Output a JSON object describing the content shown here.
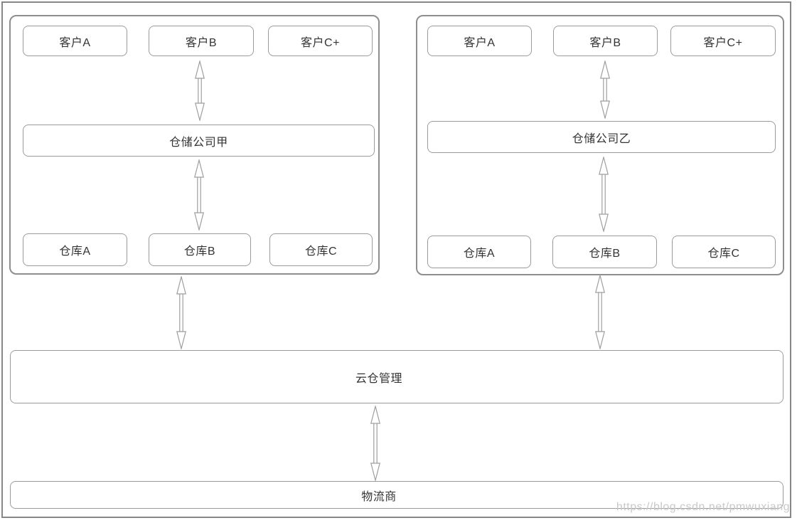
{
  "diagram": {
    "groups": [
      {
        "clients": [
          "客户A",
          "客户B",
          "客户C+"
        ],
        "company": "仓储公司甲",
        "warehouses": [
          "仓库A",
          "仓库B",
          "仓库C"
        ]
      },
      {
        "clients": [
          "客户A",
          "客户B",
          "客户C+"
        ],
        "company": "仓储公司乙",
        "warehouses": [
          "仓库A",
          "仓库B",
          "仓库C"
        ]
      }
    ],
    "cloud_management": "云仓管理",
    "logistics_provider": "物流商",
    "watermark": "https://blog.csdn.net/pmwuxiang",
    "colors": {
      "group_border": "#8e8e8e",
      "box_border": "#9b9b9b",
      "arrow": "#9e9e9e",
      "text": "#333333",
      "watermark_text": "#c9c9c9",
      "background": "#ffffff"
    }
  }
}
